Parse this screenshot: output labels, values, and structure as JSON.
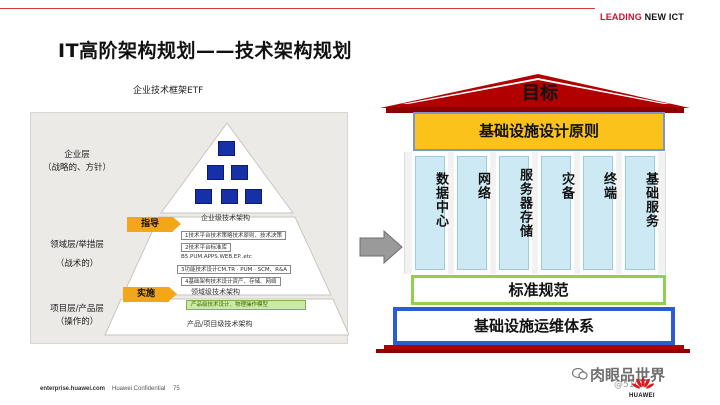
{
  "header": {
    "brand_leading": "LEADING",
    "brand_rest": "NEW  ICT",
    "title": "IT高阶架构规划——技术架构规划"
  },
  "left_diagram": {
    "caption": "企业技术框架ETF",
    "levels": [
      {
        "name": "企业层",
        "desc": "（战略的、方针）"
      },
      {
        "name": "领域层/举措层",
        "desc": "（战术的）"
      },
      {
        "name": "项目层/产品层",
        "desc": "（操作的）"
      }
    ],
    "tags": {
      "guide": "指导",
      "implement": "实施"
    },
    "layer_labels": {
      "enterprise": "企业级技术架构",
      "domain": "领域级技术架构",
      "product": "产品/项目级技术架构"
    },
    "bands": [
      "1技术平台技术策略技术原则、技术决策",
      "2技术平台标准库",
      "B5.PUM.APPS.WEB.EP..etc",
      "3功能技术设计CM.TR · PUM · SCM、R&A",
      "4基础架构技术设计资产、存储、网络"
    ],
    "product_bar": "产品级技术设计、物理操作模型"
  },
  "temple": {
    "roof": "目标",
    "principles": "基础设施设计原则",
    "pillars": [
      "数据中心",
      "网络",
      "服务器存储",
      "灾备",
      "终端",
      "基础服务"
    ],
    "standards": "标准规范",
    "ops": "基础设施运维体系"
  },
  "footer": {
    "site": "enterprise.huawei.com",
    "confidential": "Huawei  Confidential",
    "page": "75",
    "watermark": "肉眼品世界",
    "watermark_sub": "@51C",
    "logo_text": "HUAWEI"
  },
  "colors": {
    "brand_red": "#c8102e",
    "principles_yellow": "#fbc21b",
    "pillar_blue": "#cdeaf4",
    "standards_green": "#8fd14f",
    "ops_blue": "#2d5bd3",
    "roof_red": "#b00000",
    "tag_orange": "#f3a61a",
    "pyramid_navy": "#1630a8"
  }
}
